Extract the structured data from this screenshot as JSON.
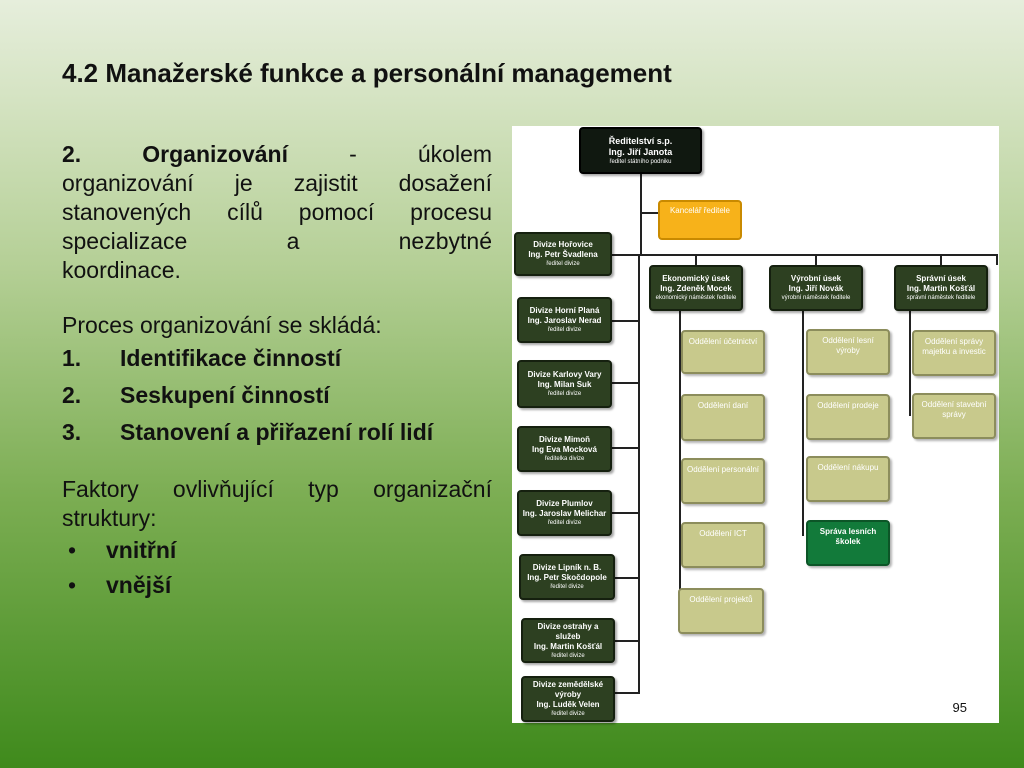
{
  "title": "4.2 Manažerské funkce a personální management",
  "intro": {
    "line1_bold": "2. Organizování",
    "line1_dash": "-",
    "line1_rest": "úkolem",
    "line2": "organizování je zajistit dosažení",
    "line3": "stanovených cílů pomocí procesu",
    "line4": "specializace a nezbytné",
    "line5": "koordinace."
  },
  "process_heading": "Proces organizování se skládá:",
  "steps": [
    {
      "num": "1.",
      "text": "Identifikace činností"
    },
    {
      "num": "2.",
      "text": "Seskupení činností"
    },
    {
      "num": "3.",
      "text": "Stanovení a přiřazení rolí lidí"
    }
  ],
  "factors_line1": "Faktory ovlivňující typ organizační",
  "factors_line2": "struktury:",
  "factors": [
    "vnitřní",
    "vnější"
  ],
  "bullet_symbol": "•",
  "org_chart": {
    "top": {
      "name": "Ředitelství s.p.",
      "person": "Ing. Jiří Janota",
      "role": "ředitel státního podniku"
    },
    "office": "Kancelář ředitele",
    "divisions": [
      {
        "name": "Divize Hořovice",
        "person": "Ing. Petr Švadlena",
        "role": "ředitel divize"
      },
      {
        "name": "Divize Horní Planá",
        "person": "Ing. Jaroslav Nerad",
        "role": "ředitel divize"
      },
      {
        "name": "Divize Karlovy Vary",
        "person": "Ing. Milan Suk",
        "role": "ředitel divize"
      },
      {
        "name": "Divize Mimoň",
        "person": "Ing Eva Mocková",
        "role": "ředitelka divize"
      },
      {
        "name": "Divize Plumlov",
        "person": "Ing. Jaroslav Melichar",
        "role": "ředitel divize"
      },
      {
        "name": "Divize Lipník n. B.",
        "person": "Ing. Petr Skočdopole",
        "role": "ředitel divize"
      },
      {
        "name": "Divize ostrahy a služeb",
        "person": "Ing. Martin Košťál",
        "role": "ředitel divize"
      },
      {
        "name": "Divize zemědělské výroby",
        "person": "Ing. Luděk Velen",
        "role": "ředitel divize"
      }
    ],
    "sections": [
      {
        "name": "Ekonomický úsek",
        "person": "Ing. Zdeněk Mocek",
        "role": "ekonomický náměstek ředitele"
      },
      {
        "name": "Výrobní úsek",
        "person": "Ing. Jiří Novák",
        "role": "výrobní náměstek ředitele"
      },
      {
        "name": "Správní úsek",
        "person": "Ing. Martin Košťál",
        "role": "správní náměstek ředitele"
      }
    ],
    "econ_departments": [
      "Oddělení účetnictví",
      "Oddělení daní",
      "Oddělení personální",
      "Oddělení ICT",
      "Oddělení projektů"
    ],
    "prod_departments": [
      "Oddělení lesní výroby",
      "Oddělení prodeje",
      "Oddělení nákupu"
    ],
    "forest_mgmt": "Správa lesních školek",
    "admin_departments": [
      "Oddělení správy majetku a investic",
      "Oddělení stavební správy"
    ],
    "colors": {
      "dark": "#2d4021",
      "office": "#f7b21a",
      "department": "#c8c98c",
      "forest": "#127a3a"
    }
  },
  "page_number": "95"
}
